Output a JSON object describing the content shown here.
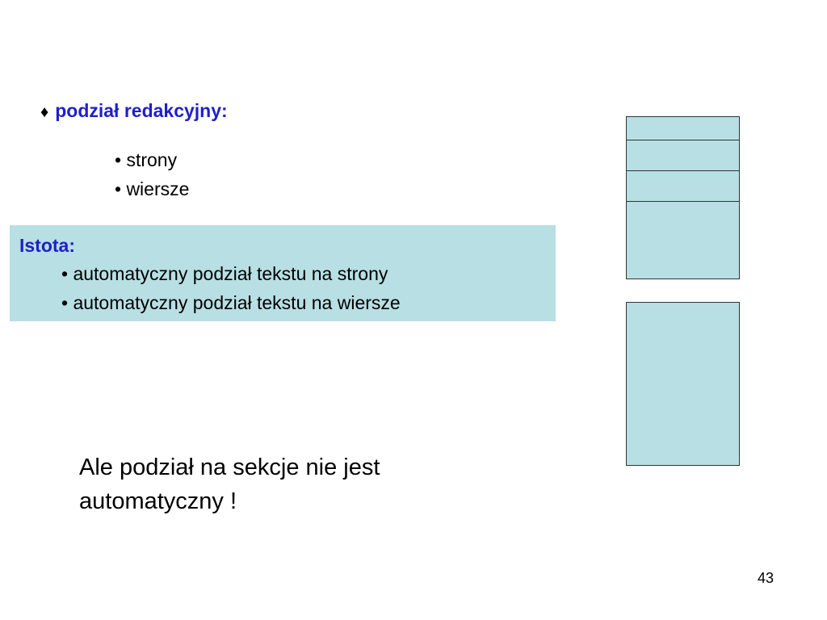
{
  "heading": {
    "bullet": "♦",
    "text": "podział redakcyjny:"
  },
  "subitems": [
    "• strony",
    "• wiersze"
  ],
  "box": {
    "title": "Istota:",
    "items": [
      "• automatyczny podział tekstu na strony",
      "• automatyczny podział tekstu na wiersze"
    ]
  },
  "note": "Ale podział na sekcje nie jest automatyczny !",
  "page_number": "43",
  "colors": {
    "accent_text": "#1f1fc8",
    "box_fill": "#b8dfe3"
  }
}
